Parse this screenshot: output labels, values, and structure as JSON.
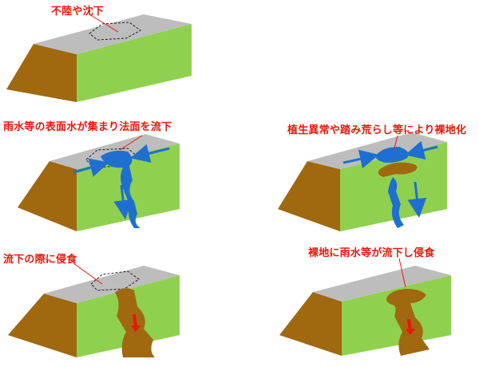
{
  "captions": {
    "p1": "不陸や沈下",
    "p2": "雨水等の表面水が集まり法面を流下",
    "p3": "流下の際に侵食",
    "p4": "植生異常や踏み荒らし等により裸地化",
    "p5": "裸地に雨水等が流下し侵食"
  },
  "colors": {
    "grass": "#8fd14f",
    "soil": "#a0680f",
    "soil_dark": "#8a5a0c",
    "crest": "#bdbdbd",
    "water": "#1f6fd0",
    "caption": "#e8180c"
  }
}
